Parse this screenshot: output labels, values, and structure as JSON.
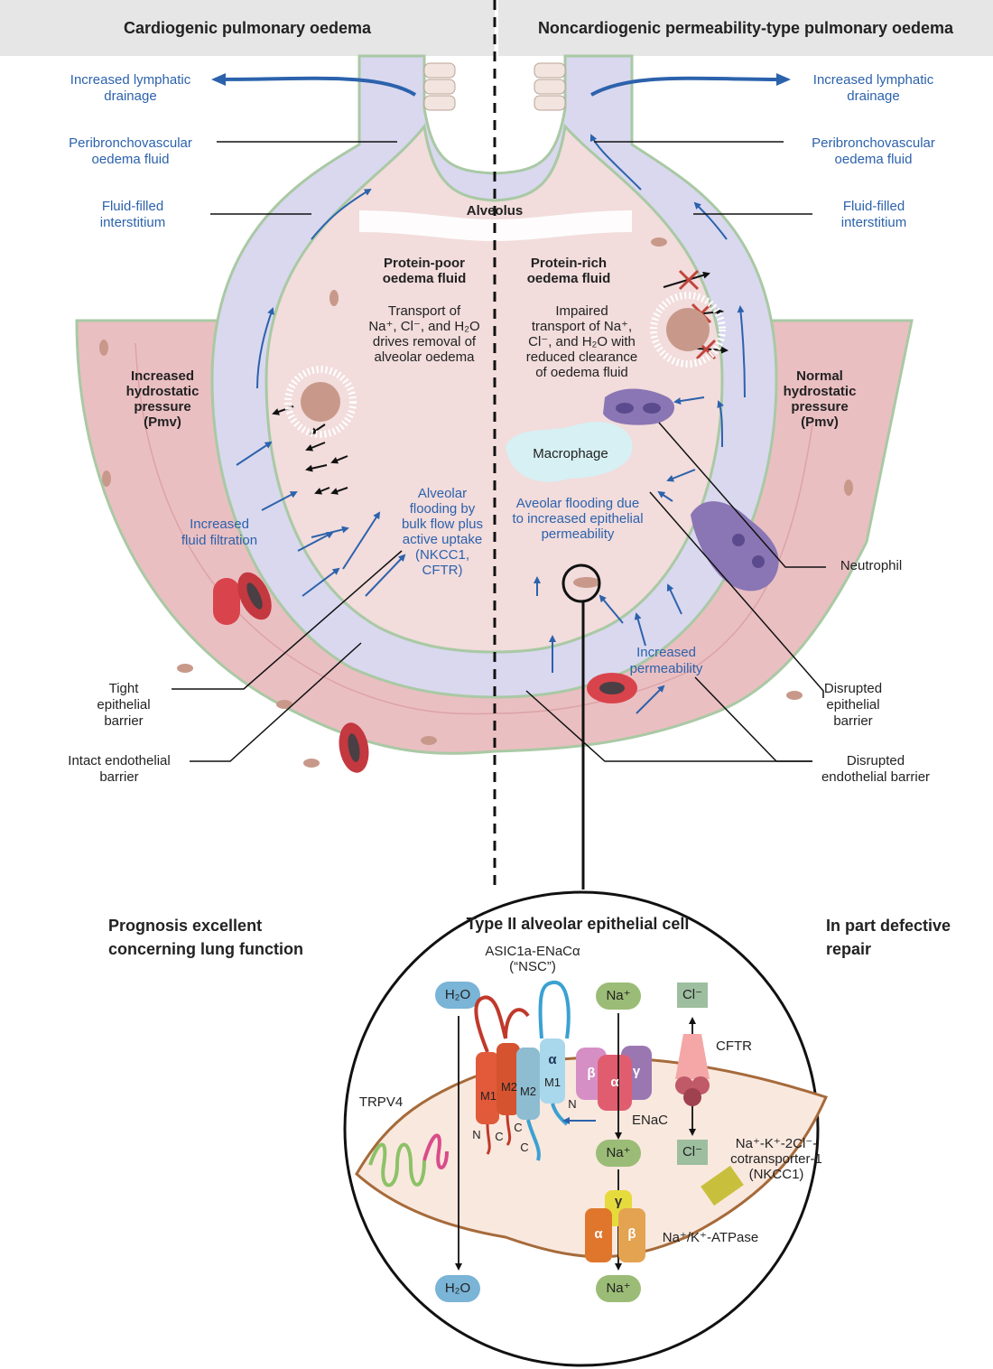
{
  "headers": {
    "left": "Cardiogenic pulmonary oedema",
    "right": "Noncardiogenic permeability-type pulmonary oedema"
  },
  "alveolus_label": "Alveolus",
  "left": {
    "lymphatic": [
      "Increased lymphatic",
      "drainage"
    ],
    "peribronchovascular": [
      "Peribronchovascular",
      "oedema fluid"
    ],
    "interstitium": [
      "Fluid-filled",
      "interstitium"
    ],
    "pressure": [
      "Increased",
      "hydrostatic",
      "pressure",
      "(Pmv)"
    ],
    "filtration": [
      "Increased",
      "fluid filtration"
    ],
    "fluid_title": [
      "Protein-poor",
      "oedema fluid"
    ],
    "transport": [
      "Transport of",
      "Na⁺, Cl⁻, and H₂O",
      "drives removal of",
      "alveolar oedema"
    ],
    "flooding": [
      "Alveolar",
      "flooding by",
      "bulk flow plus",
      "active uptake",
      "(NKCC1,",
      "CFTR)"
    ],
    "tight": [
      "Tight",
      "epithelial",
      "barrier"
    ],
    "intact": [
      "Intact endothelial",
      "barrier"
    ],
    "prognosis": [
      "Prognosis excellent",
      "concerning lung function"
    ]
  },
  "right": {
    "lymphatic": [
      "Increased lymphatic",
      "drainage"
    ],
    "peribronchovascular": [
      "Peribronchovascular",
      "oedema fluid"
    ],
    "interstitium": [
      "Fluid-filled",
      "interstitium"
    ],
    "pressure": [
      "Normal",
      "hydrostatic",
      "pressure",
      "(Pmv)"
    ],
    "fluid_title": [
      "Protein-rich",
      "oedema fluid"
    ],
    "transport": [
      "Impaired",
      "transport of Na⁺,",
      "Cl⁻, and H₂O with",
      "reduced clearance",
      "of oedema fluid"
    ],
    "macrophage": "Macrophage",
    "flooding": [
      "Aveolar flooding due",
      "to increased epithelial",
      "permeability"
    ],
    "permeability": [
      "Increased",
      "permeability"
    ],
    "neutrophil": "Neutrophil",
    "disrupted_epi": [
      "Disrupted",
      "epithelial",
      "barrier"
    ],
    "disrupted_endo": [
      "Disrupted",
      "endothelial barrier"
    ],
    "repair": [
      "In part defective",
      "repair"
    ]
  },
  "cell": {
    "title": "Type II alveolar epithelial cell",
    "asic": [
      "ASIC1a-ENaCα",
      "(“NSC”)"
    ],
    "h2o": "H₂O",
    "na": "Na⁺",
    "cl": "Cl⁻",
    "cftr": "CFTR",
    "enac": "ENaC",
    "trpv4": "TRPV4",
    "nkcc1": [
      "Na⁺-K⁺-2Cl⁻-",
      "cotransporter-1",
      "(NKCC1)"
    ],
    "atpase": "Na⁺/K⁺-ATPase",
    "sub_alpha": "α",
    "sub_beta": "β",
    "sub_gamma": "γ",
    "m1": "M1",
    "m2": "M2",
    "n": "N",
    "c": "C"
  },
  "colors": {
    "interstitium": "#d9d8ef",
    "alveolus": "#f2dcdc",
    "vessel": "#eabfc2",
    "blue_text": "#2c62ac",
    "header_bg": "#e6e6e6"
  }
}
